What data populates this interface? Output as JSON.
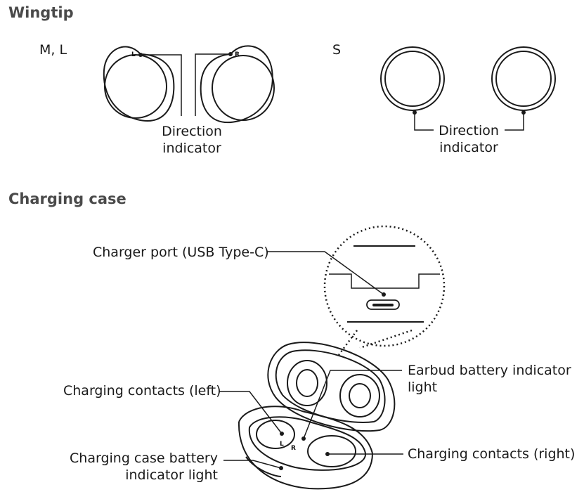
{
  "wingtip": {
    "heading": "Wingtip",
    "size_ml": "M, L",
    "size_s": "S",
    "marker_left": "L",
    "marker_right": "R",
    "ml_callout": {
      "line1": "Direction",
      "line2": "indicator"
    },
    "s_callout": {
      "line1": "Direction",
      "line2": "indicator"
    }
  },
  "charging_case": {
    "heading": "Charging case",
    "charger_port": "Charger port (USB Type-C)",
    "contacts_left": "Charging contacts (left)",
    "earbud_light": {
      "line1": "Earbud battery indicator",
      "line2": "light"
    },
    "case_light": {
      "line1": "Charging case battery",
      "line2": "indicator light"
    },
    "contacts_right": "Charging contacts (right)",
    "case_markers": {
      "left": "L",
      "right": "R"
    }
  }
}
